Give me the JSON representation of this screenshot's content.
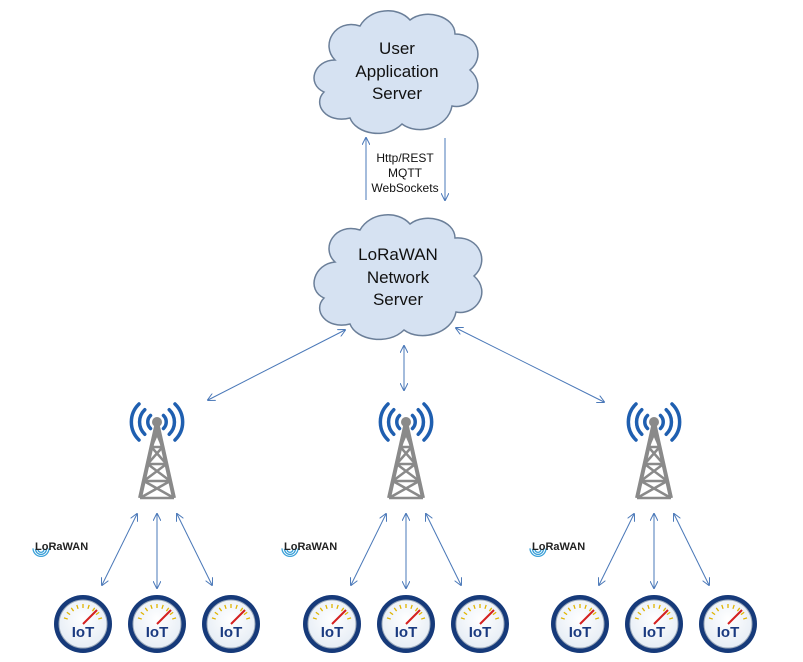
{
  "clouds": {
    "app": {
      "lines": [
        "User",
        "Application",
        "Server"
      ]
    },
    "network": {
      "lines": [
        "LoRaWAN",
        "Network",
        "Server"
      ]
    }
  },
  "protocols": [
    "Http/REST",
    "MQTT",
    "WebSockets"
  ],
  "lorawan_logo": "LoRaWAN",
  "device_label": "IoT",
  "colors": {
    "cloud_fill": "#d6e2f2",
    "cloud_stroke": "#6b7f99",
    "arrow": "#4a78b8",
    "tower": "#8a8a8a",
    "wave": "#1f5fb0",
    "device_ring": "#163a7a"
  }
}
